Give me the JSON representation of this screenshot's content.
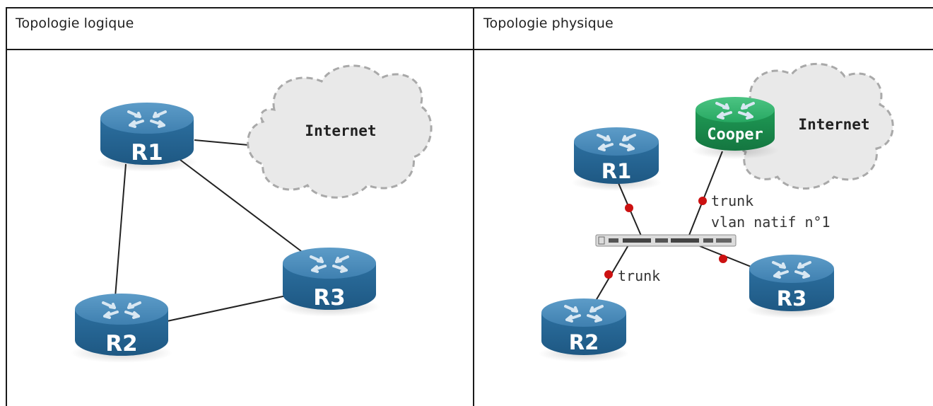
{
  "headers": {
    "left": "Topologie logique",
    "right": "Topologie physique"
  },
  "logical": {
    "cloud_label": "Internet",
    "routers": {
      "r1": "R1",
      "r2": "R2",
      "r3": "R3"
    }
  },
  "physical": {
    "cloud_label": "Internet",
    "routers": {
      "r1": "R1",
      "r2": "R2",
      "r3": "R3",
      "cooper": "Cooper"
    },
    "link_labels": {
      "trunk_top": "trunk",
      "vlan": "vlan natif n°1",
      "trunk_bottom": "trunk"
    }
  },
  "colors": {
    "router_blue": "#2e74a6",
    "router_blue_dark": "#1f5a84",
    "router_green": "#1f9a55",
    "router_green_dark": "#15763f",
    "link_dot": "#cc1111",
    "cloud_fill": "#e9e9e9",
    "cloud_border": "#a9a9a9"
  }
}
